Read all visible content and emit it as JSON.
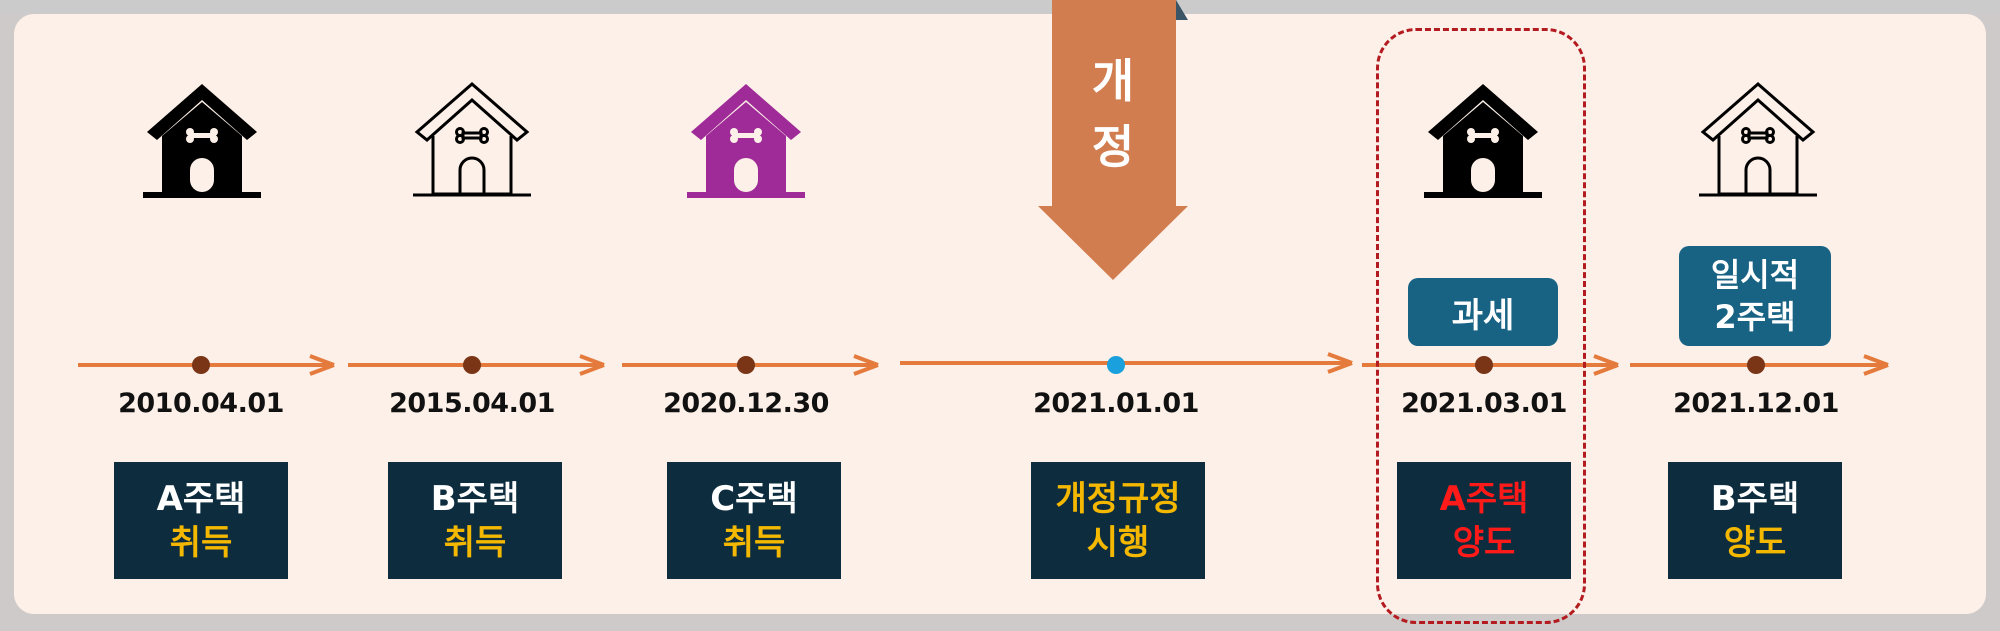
{
  "colors": {
    "panel_bg": "#fdf0e8",
    "timeline": "#e47a3c",
    "dot": "#7a3516",
    "dot_highlight": "#1aa0dc",
    "box_bg": "#0d2d3e",
    "box_white": "#ffffff",
    "box_yellow": "#f5b800",
    "box_red": "#ff1a1a",
    "badge_bg": "#186284",
    "house_black": "#000000",
    "house_purple": "#9e2b97",
    "arrow_down": "#d17d50",
    "dashed_border": "#b31b20"
  },
  "revision_arrow": {
    "label_line1": "개",
    "label_line2": "정"
  },
  "events": [
    {
      "date": "2010.04.01",
      "line1": "A주택",
      "line2": "취득",
      "house": "solid-black-house-icon"
    },
    {
      "date": "2015.04.01",
      "line1": "B주택",
      "line2": "취득",
      "house": "outline-house-icon"
    },
    {
      "date": "2020.12.30",
      "line1": "C주택",
      "line2": "취득",
      "house": "purple-house-icon"
    },
    {
      "date": "2021.01.01",
      "line1": "개정규정",
      "line2": "시행",
      "house": ""
    },
    {
      "date": "2021.03.01",
      "line1": "A주택",
      "line2": "양도",
      "house": "solid-black-house-icon",
      "badge": "과세"
    },
    {
      "date": "2021.12.01",
      "line1": "B주택",
      "line2": "양도",
      "house": "outline-house-icon",
      "badge_line1": "일시적",
      "badge_line2": "2주택"
    }
  ]
}
